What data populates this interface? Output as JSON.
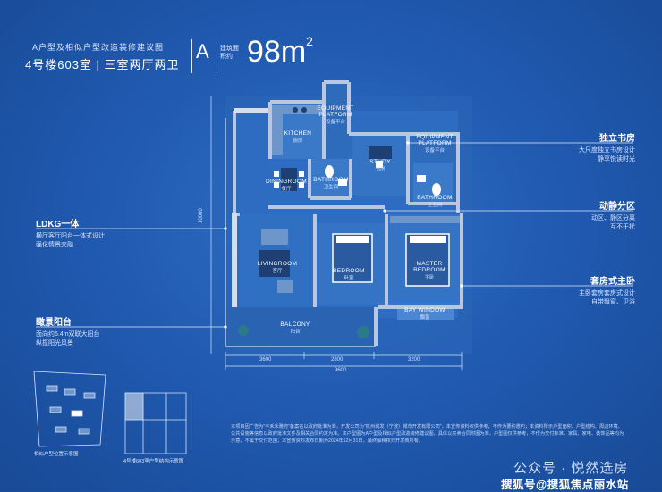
{
  "header": {
    "subtitle": "A户型及相似户型改造装修建议图",
    "unit_info": "4号楼603室 | 三室两厅两卫",
    "type_letter": "A",
    "area_tag": "建筑面积约",
    "area_value": "98m",
    "area_exp": "2"
  },
  "left_annotations": [
    {
      "title": "LDKG一体",
      "desc_1": "横厅客厅阳台一体式设计",
      "desc_2": "强化情景交融"
    },
    {
      "title": "瞰景阳台",
      "desc_1": "面向约6.4m双联大阳台",
      "desc_2": "纵揽阳光风景"
    }
  ],
  "right_annotations": [
    {
      "title": "独立书房",
      "desc_1": "大尺度独立书房设计",
      "desc_2": "静享悦读时光"
    },
    {
      "title": "动静分区",
      "desc_1": "动区、静区分离",
      "desc_2": "互不干扰"
    },
    {
      "title": "套房式主卧",
      "desc_1": "主卧套房套房式设计",
      "desc_2": "自带飘窗、卫浴"
    }
  ],
  "rooms": {
    "equip1": "EQUIPMENT PLATFORM",
    "equip1_cn": "设备平台",
    "equip2": "EQUIPMENT PLATFORM",
    "equip2_cn": "设备平台",
    "kitchen": "KITCHEN",
    "kitchen_cn": "厨房",
    "dining": "DININGROOM",
    "dining_cn": "餐厅",
    "bath1": "BATHROOM",
    "bath1_cn": "卫生间",
    "study": "STUDY",
    "study_cn": "书房",
    "bath2": "BATHROOM",
    "bath2_cn": "卫生间",
    "living": "LIVINGROOM",
    "living_cn": "客厅",
    "bedroom": "BEDROOM",
    "bedroom_cn": "卧室",
    "master": "MASTER BEDROOM",
    "master_cn": "主卧",
    "balcony": "BALCONY",
    "balcony_cn": "阳台",
    "baywindow": "BAY WINDOW",
    "baywindow_cn": "飘窗"
  },
  "dimensions": {
    "d1": "3600",
    "d2": "2800",
    "d3": "3200",
    "total": "9600",
    "vertical": "10000"
  },
  "minimaps": {
    "site_caption": "相似户型位置示意图",
    "unit_caption": "4号楼603室户型结构示意图"
  },
  "fine_print": "本项目因广告为\"丰禾禾雅府\"备案名以政府批准为准，开发公司为\"杭州城发（宁波）城市开发有限公司\"，本宣传资料仅供参考，不作为要约邀约；本资料所示户型面积、户型结构、周边环境、公共设施等信息以政府批准文件及相关合同约定为准。本户型图为A户型及相似户型改造装修建议图，具体以买卖合同附图为准，户型图仅供参考，不作为交付标准，家具、家电、装饰品等均为示意，不属于交付范围；本宣传资料发布日期为2024年12月31日，最终解释权归开发商所有。",
  "watermark": {
    "line1": "公众号 · 悦然选房",
    "line2": "搜狐号@搜狐焦点丽水站"
  },
  "colors": {
    "background": "#1f58ad",
    "wall": "#b9c8e0",
    "annotation_line": "#dfe9ff"
  }
}
